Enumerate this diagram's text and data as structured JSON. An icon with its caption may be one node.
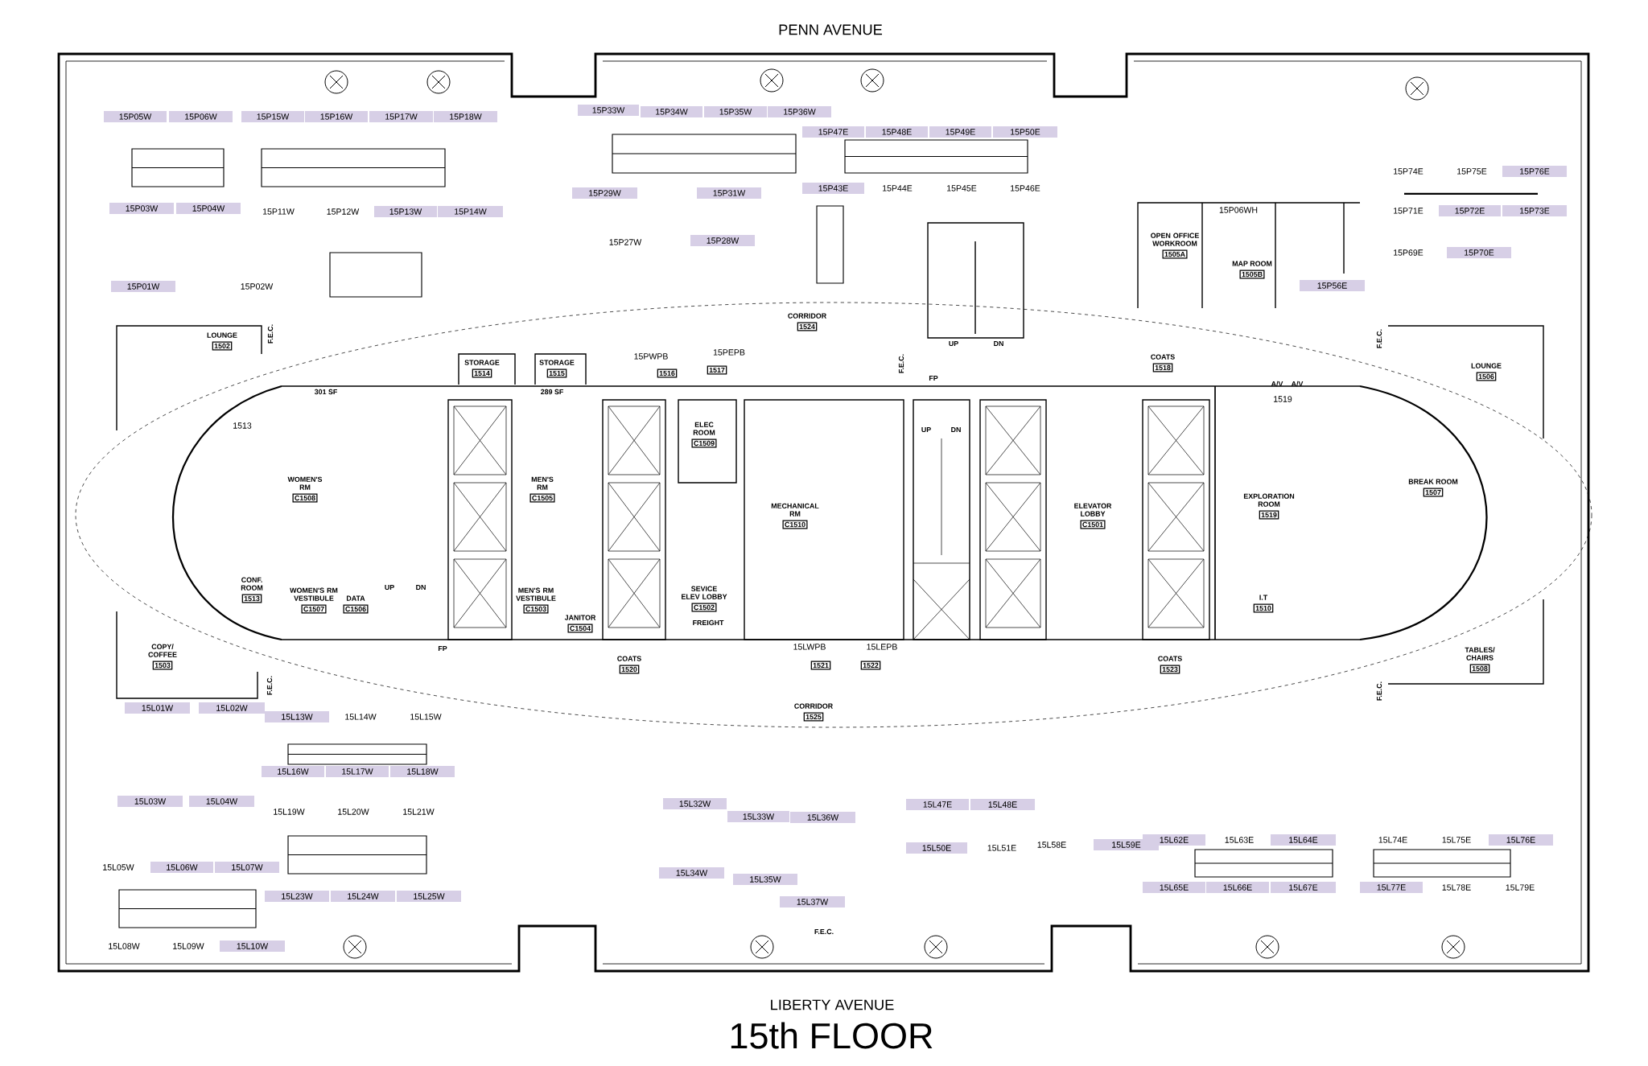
{
  "diagram": {
    "title": "15th FLOOR",
    "nodes": [
      {
        "text": [
          "15P05W"
        ]
      },
      {
        "text": [
          "15P06W"
        ]
      },
      {
        "text": [
          "15P15W"
        ]
      },
      {
        "text": [
          "15P16W"
        ]
      },
      {
        "text": [
          "15P17W"
        ]
      },
      {
        "text": [
          "15P18W"
        ]
      },
      {
        "text": [
          "15P33W"
        ]
      },
      {
        "text": [
          "15P34W"
        ]
      },
      {
        "text": [
          "15P35W"
        ]
      },
      {
        "text": [
          "15P36W"
        ]
      },
      {
        "text": [
          "15P47E"
        ]
      },
      {
        "text": [
          "15P48E"
        ]
      },
      {
        "text": [
          "15P49E"
        ]
      },
      {
        "text": [
          "15P50E"
        ]
      },
      {
        "text": [
          "15P76E"
        ]
      },
      {
        "text": [
          "15P03W"
        ]
      },
      {
        "text": [
          "15P04W"
        ]
      },
      {
        "text": [
          "15P13W"
        ]
      },
      {
        "text": [
          "15P14W"
        ]
      },
      {
        "text": [
          "15P29W"
        ]
      },
      {
        "text": [
          "15P31W"
        ]
      },
      {
        "text": [
          "15P43E"
        ]
      },
      {
        "text": [
          "15P72E"
        ]
      },
      {
        "text": [
          "15P73E"
        ]
      },
      {
        "text": [
          "15P28W"
        ]
      },
      {
        "text": [
          "15P70E"
        ]
      },
      {
        "text": [
          "15P01W"
        ]
      },
      {
        "text": [
          "15P56E"
        ]
      },
      {
        "text": [
          "15L01W"
        ]
      },
      {
        "text": [
          "15L02W"
        ]
      },
      {
        "text": [
          "15L13W"
        ]
      },
      {
        "text": [
          "15L16W"
        ]
      },
      {
        "text": [
          "15L17W"
        ]
      },
      {
        "text": [
          "15L18W"
        ]
      },
      {
        "text": [
          "15L03W"
        ]
      },
      {
        "text": [
          "15L04W"
        ]
      },
      {
        "text": [
          "15L32W"
        ]
      },
      {
        "text": [
          "15L47E"
        ]
      },
      {
        "text": [
          "15L48E"
        ]
      },
      {
        "text": [
          "15L33W"
        ]
      },
      {
        "text": [
          "15L36W"
        ]
      },
      {
        "text": [
          "15L62E"
        ]
      },
      {
        "text": [
          "15L64E"
        ]
      },
      {
        "text": [
          "15L76E"
        ]
      },
      {
        "text": [
          "15L59E"
        ]
      },
      {
        "text": [
          "15L50E"
        ]
      },
      {
        "text": [
          "15L06W"
        ]
      },
      {
        "text": [
          "15L07W"
        ]
      },
      {
        "text": [
          "15L34W"
        ]
      },
      {
        "text": [
          "15L35W"
        ]
      },
      {
        "text": [
          "15L65E"
        ]
      },
      {
        "text": [
          "15L66E"
        ]
      },
      {
        "text": [
          "15L67E"
        ]
      },
      {
        "text": [
          "15L77E"
        ]
      },
      {
        "text": [
          "15L23W"
        ]
      },
      {
        "text": [
          "15L24W"
        ]
      },
      {
        "text": [
          "15L25W"
        ]
      },
      {
        "text": [
          "15L37W"
        ]
      },
      {
        "text": [
          "15L10W"
        ]
      },
      {
        "text": [
          "LOUNGE",
          "1502"
        ]
      },
      {
        "text": [
          "STORAGE",
          "1514"
        ]
      },
      {
        "text": [
          "STORAGE",
          "1515"
        ]
      },
      {
        "text": [
          "1516"
        ]
      },
      {
        "text": [
          "1517"
        ]
      },
      {
        "text": [
          "COATS",
          "1518"
        ]
      },
      {
        "text": [
          "LOUNGE",
          "1506"
        ]
      },
      {
        "text": [
          "OPEN OFFICE WORKROOM",
          "1505A"
        ]
      },
      {
        "text": [
          "MAP ROOM",
          "1505B"
        ]
      },
      {
        "text": [
          "CORRIDOR",
          "1524"
        ]
      },
      {
        "text": [
          "WOMEN'S RM",
          "C1508"
        ]
      },
      {
        "text": [
          "MEN'S RM",
          "C1505"
        ]
      },
      {
        "text": [
          "ELEC ROOM",
          "C1509"
        ]
      },
      {
        "text": [
          "MECHANICAL RM",
          "C1510"
        ]
      },
      {
        "text": [
          "ELEVATOR LOBBY",
          "C1501"
        ]
      },
      {
        "text": [
          "EXPLORATION ROOM",
          "1519"
        ]
      },
      {
        "text": [
          "BREAK ROOM",
          "1507"
        ]
      },
      {
        "text": [
          "CONF. ROOM",
          "1513"
        ]
      },
      {
        "text": [
          "WOMEN'S RM VESTIBULE",
          "C1507"
        ]
      },
      {
        "text": [
          "DATA",
          "C1506"
        ]
      },
      {
        "text": [
          "MEN'S RM VESTIBULE",
          "C1503"
        ]
      },
      {
        "text": [
          "SEVICE ELEV LOBBY",
          "C1502"
        ]
      },
      {
        "text": [
          "JANITOR",
          "C1504"
        ]
      },
      {
        "text": [
          "COPY/ COFFEE",
          "1503"
        ]
      },
      {
        "text": [
          "I.T",
          "1510"
        ]
      },
      {
        "text": [
          "TABLES/ CHAIRS",
          "1508"
        ]
      },
      {
        "text": [
          "COATS",
          "1520"
        ]
      },
      {
        "text": [
          "COATS",
          "1523"
        ]
      },
      {
        "text": [
          "1521"
        ]
      },
      {
        "text": [
          "1522"
        ]
      },
      {
        "text": [
          "CORRIDOR",
          "1525"
        ]
      }
    ],
    "labels": [
      "PENN AVENUE",
      "15P11W",
      "15P12W",
      "15P02W",
      "15P44E",
      "15P45E",
      "15P46E",
      "15P27W",
      "15P74E",
      "15P75E",
      "15P06WH",
      "15P71E",
      "15P69E",
      "F.E.C.",
      "15PWPB",
      "15PEPB",
      "F.E.C.",
      "FP",
      "UP",
      "DN",
      "F.E.C.",
      "A/V",
      "A/V",
      "1519",
      "301 SF",
      "289 SF",
      "1513",
      "UP",
      "DN",
      "UP",
      "DN",
      "FREIGHT",
      "FP",
      "15LWPB",
      "15LEPB",
      "F.E.C.",
      "F.E.C.",
      "15L14W",
      "15L15W",
      "15L19W",
      "15L20W",
      "15L21W",
      "15L05W",
      "15L08W",
      "15L09W",
      "15L51E",
      "15L58E",
      "15L63E",
      "15L74E",
      "15L75E",
      "15L78E",
      "15L79E",
      "F.E.C.",
      "LIBERTY AVENUE"
    ]
  }
}
